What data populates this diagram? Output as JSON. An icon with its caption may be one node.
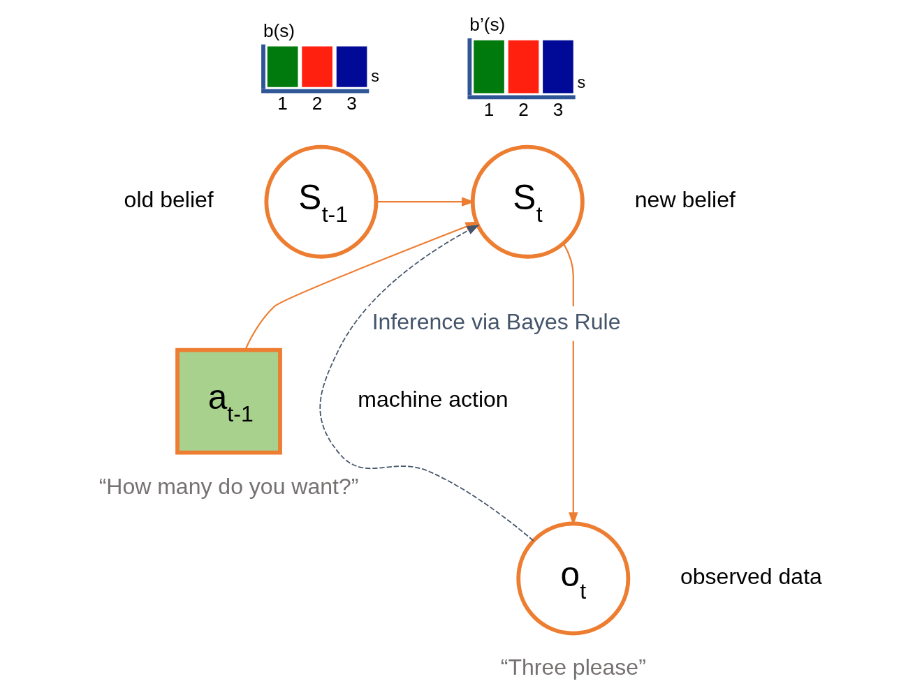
{
  "diagram": {
    "nodes": [
      {
        "text": [
          "S$_{t-1}$"
        ],
        "beside": [
          "old belief"
        ]
      },
      {
        "text": [
          "S$_{t}$"
        ],
        "beside": [
          "new belief"
        ]
      },
      {
        "text": [
          "a$_{t-1}$"
        ],
        "beside": [
          "machine action",
          "“How many do you want?”"
        ]
      },
      {
        "text": [
          "o$_{t}$"
        ],
        "beside": [
          "observed data",
          "“Three please”"
        ]
      }
    ],
    "edges": [
      {
        "from": 0,
        "to": 1,
        "arrow": "to"
      },
      {
        "from": 2,
        "to": 1,
        "arrow": "to"
      },
      {
        "from": 1,
        "to": 3,
        "arrow": "to"
      },
      {
        "from": 3,
        "to": 1,
        "arrow": "to",
        "label": "Inference via Bayes Rule",
        "style": "dashed",
        "color": "#44546a"
      }
    ],
    "labels": [
      "b(s)",
      "s",
      "1",
      "2",
      "3",
      "b’(s)",
      "s",
      "1",
      "2",
      "3"
    ]
  }
}
